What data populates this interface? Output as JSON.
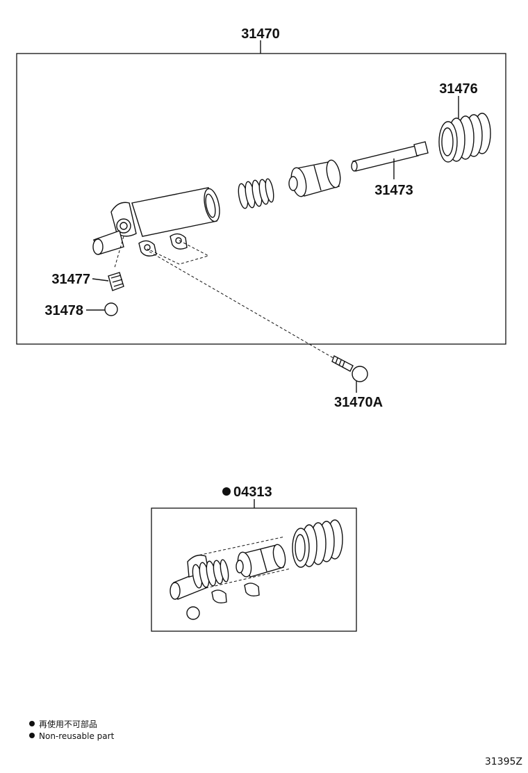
{
  "labels": {
    "assembly": "31470",
    "boot": "31476",
    "push_rod": "31473",
    "bleeder_plug": "31477",
    "bleeder_cap": "31478",
    "bolt": "31470A",
    "kit": "04313",
    "kit_marker": "●"
  },
  "legend": {
    "japanese": "再使用不可部品",
    "english": "Non-reusable part"
  },
  "figure_code": "31395Z"
}
